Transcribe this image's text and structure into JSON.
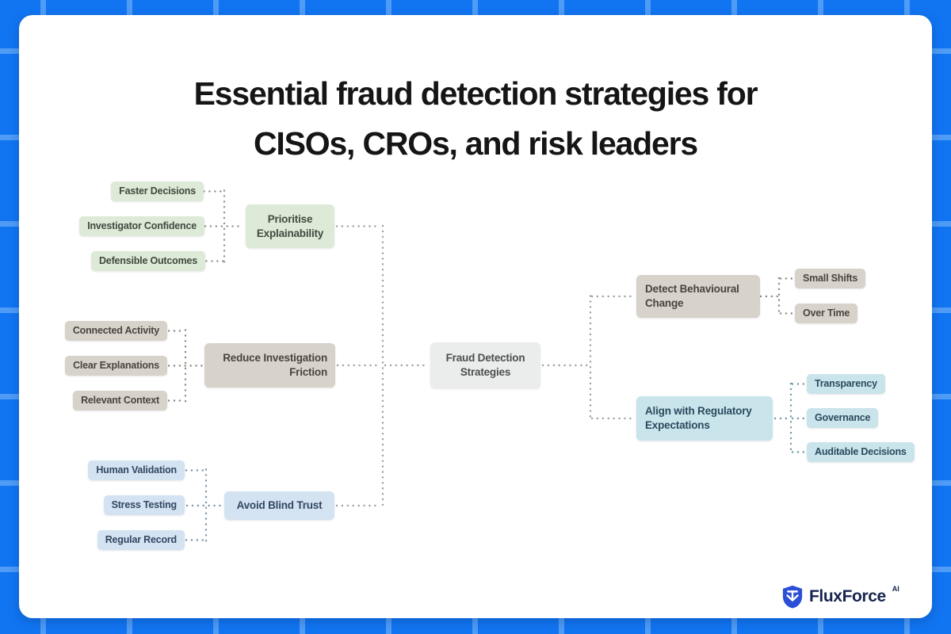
{
  "title": {
    "line1": "Essential fraud detection strategies for",
    "line2": "CISOs, CROs, and risk leaders"
  },
  "mindmap": {
    "root": "Fraud Detection Strategies",
    "branches": [
      {
        "parent": "Prioritise Explainability",
        "children": [
          "Faster Decisions",
          "Investigator Confidence",
          "Defensible Outcomes"
        ],
        "fill": "#dcead7",
        "text_color": "#40493f",
        "dot_color": "#8b948c"
      },
      {
        "parent": "Reduce Investigation Friction",
        "children": [
          "Connected Activity",
          "Clear Explanations",
          "Relevant Context"
        ],
        "fill": "#d7d3cb",
        "text_color": "#49443c",
        "dot_color": "#8e897f"
      },
      {
        "parent": "Avoid Blind Trust",
        "children": [
          "Human Validation",
          "Stress Testing",
          "Regular Record"
        ],
        "fill": "#d4e3f2",
        "text_color": "#324763",
        "dot_color": "#7d93aa"
      },
      {
        "parent": "Detect Behavioural Change",
        "children": [
          "Small Shifts",
          "Over Time"
        ],
        "fill": "#d7d3cb",
        "text_color": "#49443c",
        "dot_color": "#8e897f"
      },
      {
        "parent": "Align with Regulatory Expectations",
        "children": [
          "Transparency",
          "Governance",
          "Auditable Decisions"
        ],
        "fill": "#c9e4eb",
        "text_color": "#2b4a5e",
        "dot_color": "#6f98a6"
      }
    ]
  },
  "logo": {
    "brand": "FluxForce",
    "suffix": "AI"
  },
  "palette": {
    "background": "#1175f2",
    "grid_line": "#4f9cf7",
    "card": "#ffffff",
    "title_text": "#151515",
    "root_fill": "#ebedec",
    "root_text": "#4a4e4d",
    "connector_main": "#9aa0a0",
    "logo_shield_blue": "#2b4fd6",
    "logo_text": "#17244f"
  }
}
